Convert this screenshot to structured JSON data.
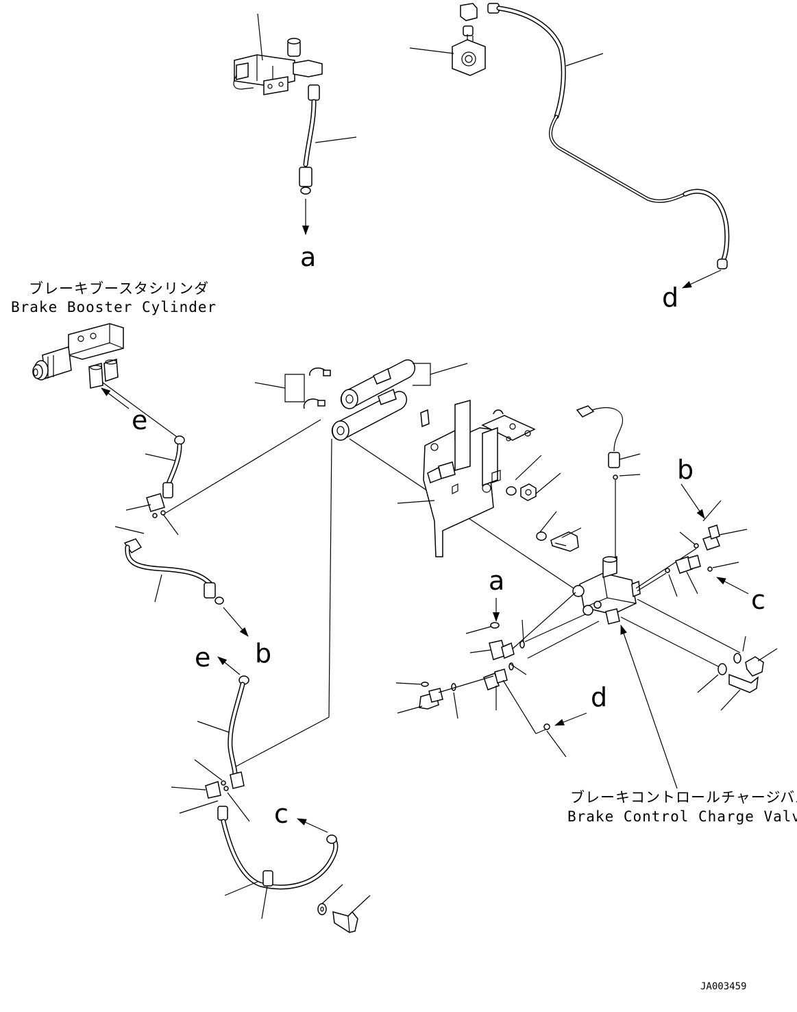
{
  "labels": {
    "a_top": "a",
    "d_top": "d",
    "e_left": "e",
    "b_left": "b",
    "e_mid": "e",
    "c_bottom": "c",
    "a_right": "a",
    "b_right": "b",
    "c_right": "c",
    "d_right": "d"
  },
  "captions": {
    "booster_jp": "ブレーキブースタシリンダ",
    "booster_en": "Brake Booster Cylinder",
    "valve_jp": "ブレーキコントロールチャージバルブ",
    "valve_en": "Brake Control Charge Valve"
  },
  "drawing_code": "JA003459"
}
